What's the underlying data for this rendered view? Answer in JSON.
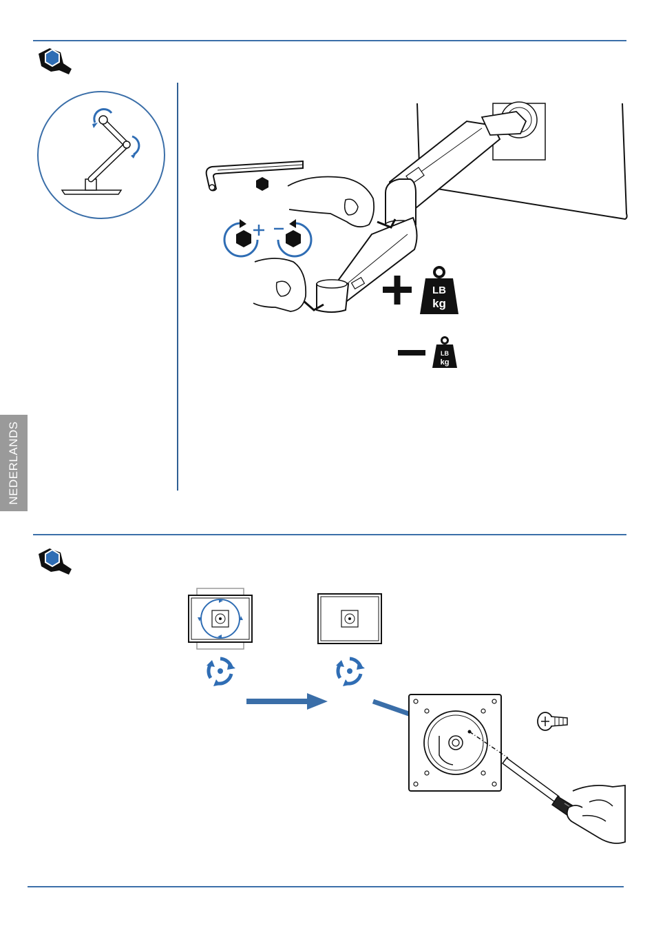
{
  "side_tab": {
    "label": "NEDERLANDS"
  },
  "weight_icon": {
    "top": "LB",
    "bottom": "kg"
  },
  "colors": {
    "accent": "#3a6ea8",
    "icon_blue": "#2f6db4",
    "tab_gray": "#9a9a9a",
    "ink": "#111111"
  },
  "icons": [
    "tool-hand-icon",
    "allen-key-icon",
    "rotate-clockwise-plus-icon",
    "rotate-counterclockwise-minus-icon",
    "weight-plus-icon",
    "weight-minus-icon",
    "rotate-cycle-icon",
    "arrow-right-icon",
    "screw-icon",
    "screwdriver-icon"
  ]
}
